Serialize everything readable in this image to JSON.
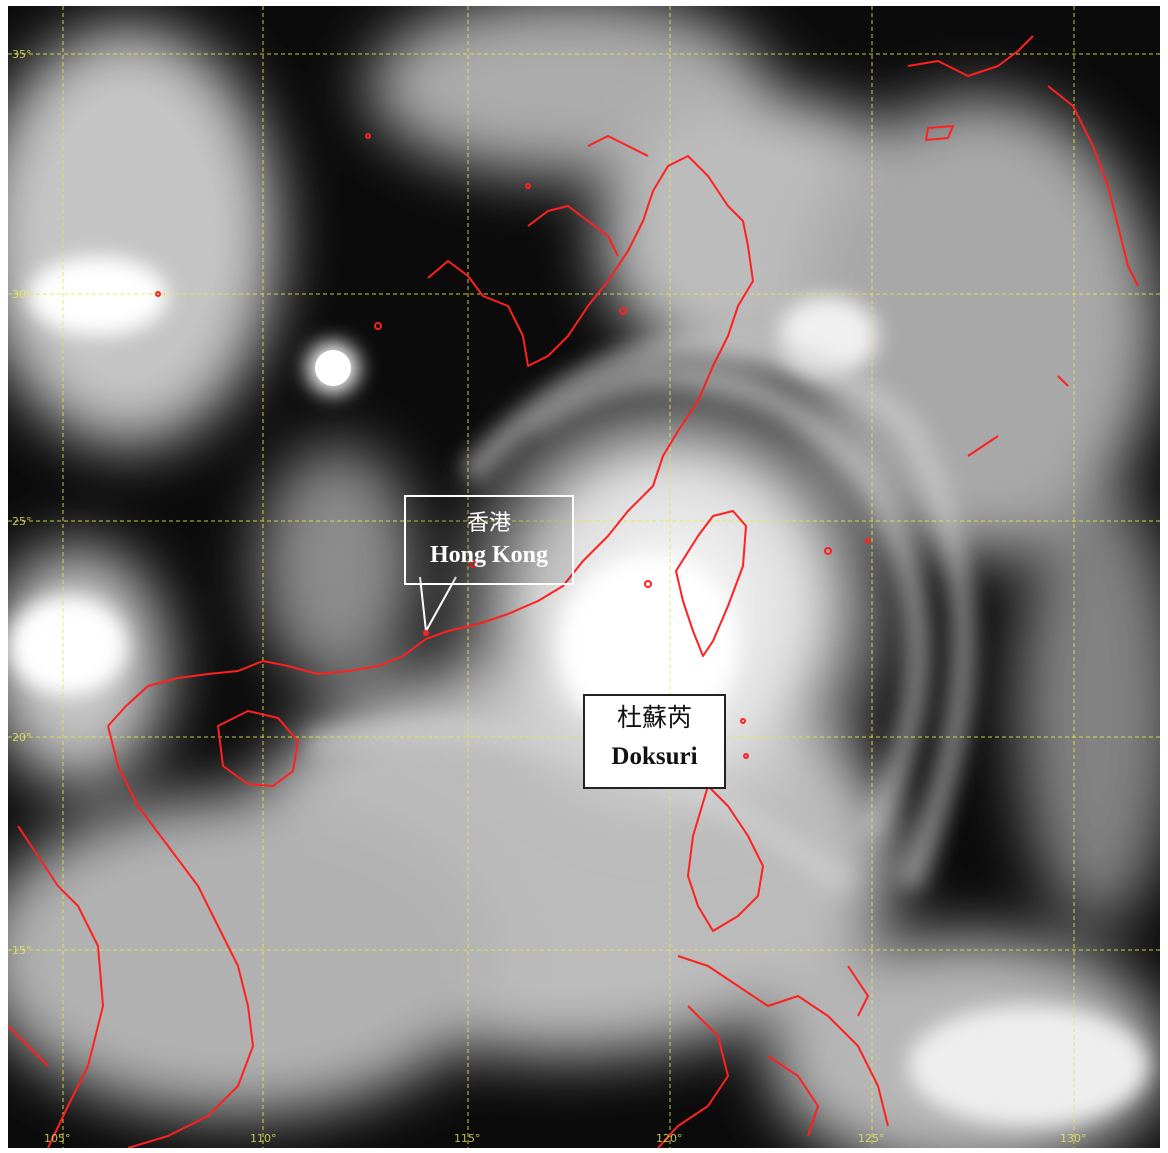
{
  "map": {
    "labels": {
      "hong_kong": {
        "zh": "香港",
        "en": "Hong Kong"
      },
      "doksuri": {
        "zh": "杜蘇芮",
        "en": "Doksuri"
      }
    },
    "latitude_ticks": [
      "35°",
      "30°",
      "25°",
      "20°",
      "15°"
    ],
    "longitude_ticks": [
      "105°",
      "110°",
      "115°",
      "120°",
      "125°",
      "130°"
    ],
    "colors": {
      "grid": "#e8e84a",
      "coastline": "#ff2020",
      "land": "#0a0a0a",
      "cloud": "#f2f2f2"
    }
  }
}
